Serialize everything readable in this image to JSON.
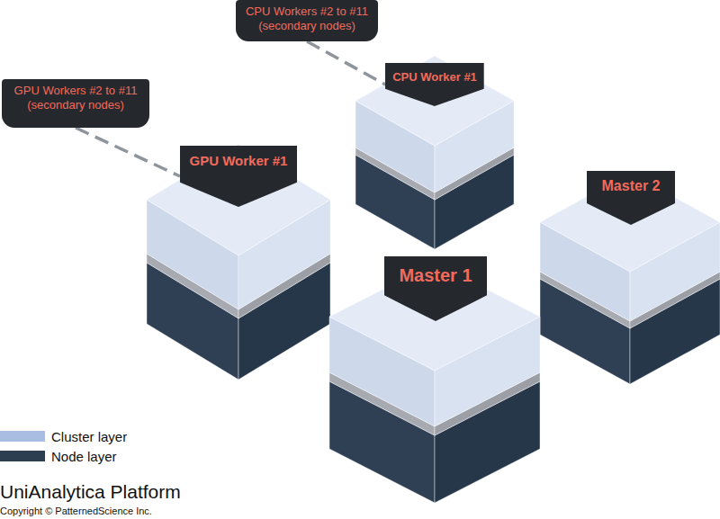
{
  "diagram": {
    "title": "UniAnalytica Platform",
    "caption": "Copyright © PatternedScience Inc.",
    "nodes": [
      {
        "text": [
          "CPU Workers #2 to #11 (secondary nodes)"
        ]
      },
      {
        "text": [
          "CPU Worker #1"
        ]
      },
      {
        "text": [
          "GPU Workers #2 to #11 (secondary nodes)"
        ]
      },
      {
        "text": [
          "GPU Worker #1"
        ]
      },
      {
        "text": [
          "Master 2"
        ]
      },
      {
        "text": [
          "Master 1"
        ]
      }
    ],
    "edges": [
      {
        "from": 0,
        "to": 1,
        "arrow": "none"
      },
      {
        "from": 2,
        "to": 3,
        "arrow": "none"
      }
    ],
    "legend": [
      {
        "text": "Cluster layer",
        "color": "#a9bde3"
      },
      {
        "text": "Node layer",
        "color": "#2d3e50"
      }
    ]
  }
}
